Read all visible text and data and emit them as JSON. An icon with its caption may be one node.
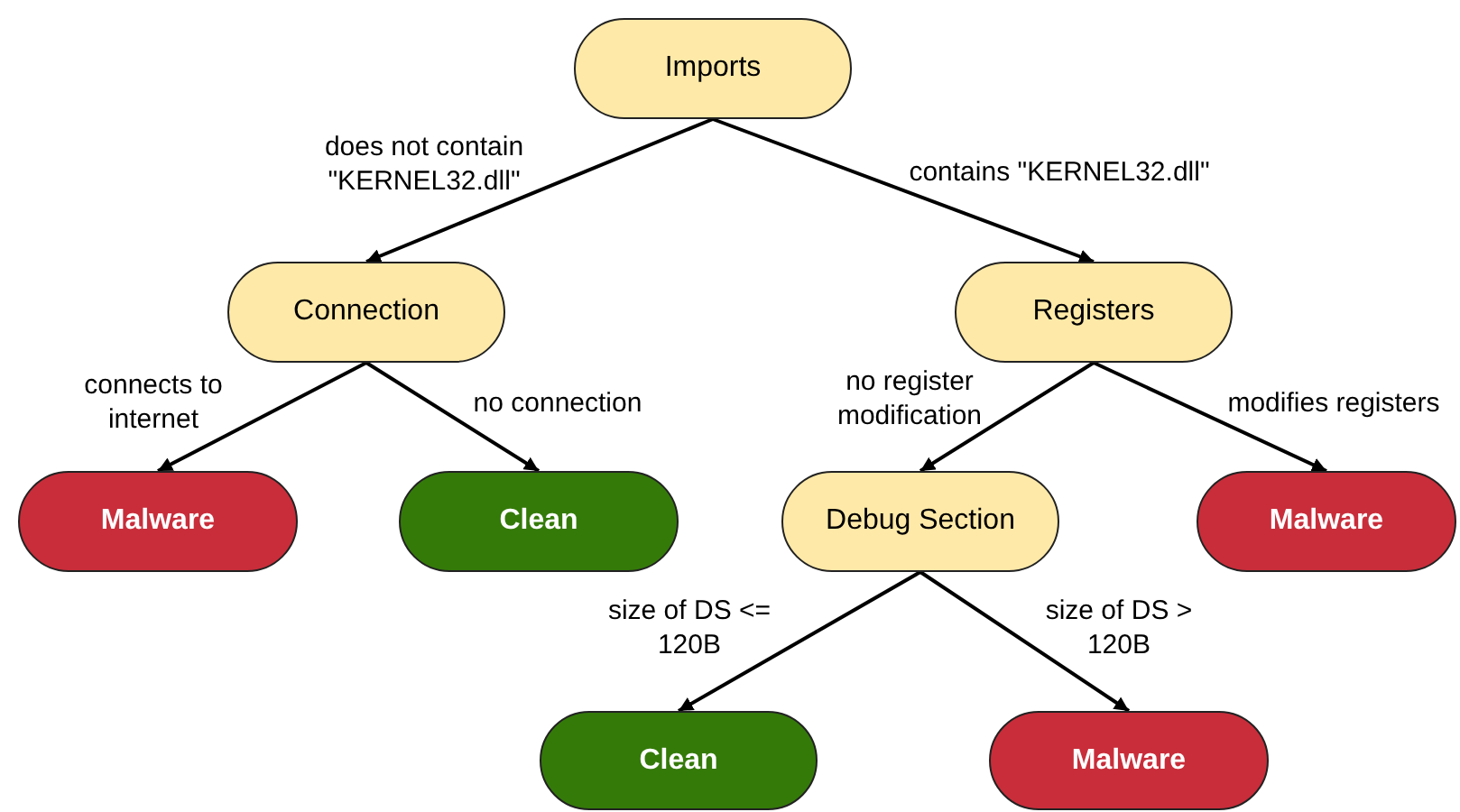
{
  "diagram": {
    "nodes": [
      {
        "text": [
          "Imports"
        ]
      },
      {
        "text": [
          "Connection"
        ]
      },
      {
        "text": [
          "Registers"
        ]
      },
      {
        "text": [
          "Malware"
        ]
      },
      {
        "text": [
          "Clean"
        ]
      },
      {
        "text": [
          "Debug Section"
        ]
      },
      {
        "text": [
          "Malware"
        ]
      },
      {
        "text": [
          "Clean"
        ]
      },
      {
        "text": [
          "Malware"
        ]
      }
    ],
    "edges": [
      {
        "from": 0,
        "to": 1,
        "arrow": "to",
        "label": "does not contain \"KERNEL32.dll\""
      },
      {
        "from": 0,
        "to": 2,
        "arrow": "to",
        "label": "contains \"KERNEL32.dll\""
      },
      {
        "from": 1,
        "to": 3,
        "arrow": "to",
        "label": "connects to internet"
      },
      {
        "from": 1,
        "to": 4,
        "arrow": "to",
        "label": "no connection"
      },
      {
        "from": 2,
        "to": 5,
        "arrow": "to",
        "label": "no register modification"
      },
      {
        "from": 2,
        "to": 6,
        "arrow": "to",
        "label": "modifies registers"
      },
      {
        "from": 5,
        "to": 7,
        "arrow": "to",
        "label": "size of DS <= 120B"
      },
      {
        "from": 5,
        "to": 8,
        "arrow": "to",
        "label": "size of DS > 120B"
      }
    ]
  }
}
